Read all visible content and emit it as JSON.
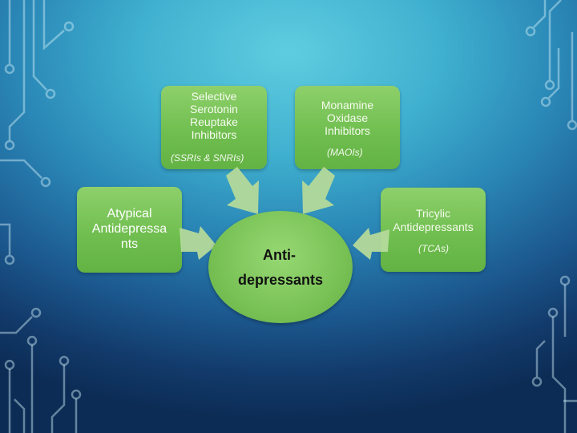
{
  "diagram": {
    "center": {
      "line1": "Anti-",
      "line2": "depressants"
    },
    "ssri": {
      "lines": [
        "Selective",
        "Serotonin",
        "Reuptake",
        "Inhibitors"
      ],
      "abbrev": "(SSRIs & SNRIs)"
    },
    "maoi": {
      "lines": [
        "Monamine",
        "Oxidase",
        "Inhibitors"
      ],
      "abbrev": "(MAOIs)"
    },
    "atypical": {
      "lines": [
        "Atypical",
        "Antidepressa",
        "nts"
      ]
    },
    "tricyclic": {
      "lines": [
        "Tricylic",
        "Antidepressants"
      ],
      "abbrev": "(TCAs)"
    }
  },
  "colors": {
    "box_green": "#6ebd4e",
    "arrow_green": "#b4d99a",
    "bg_light": "#5fcde0",
    "bg_dark": "#0c2c55"
  }
}
